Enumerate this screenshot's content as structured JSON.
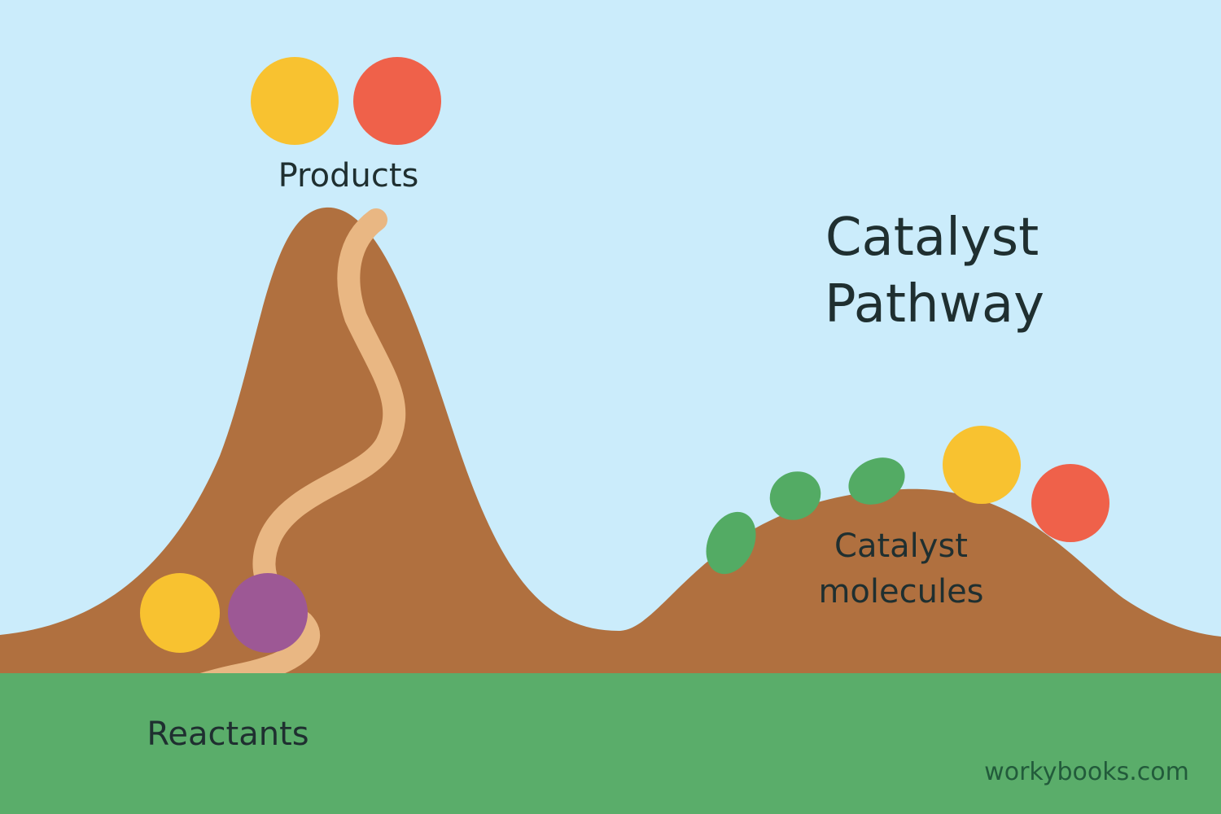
{
  "title": {
    "line1": "Catalyst",
    "line2": "Pathway"
  },
  "labels": {
    "products": "Products",
    "reactants": "Reactants",
    "catalyst_molecules_line1": "Catalyst",
    "catalyst_molecules_line2": "molecules"
  },
  "footer": {
    "site": "workybooks.com"
  },
  "colors": {
    "sky": "#cbecfb",
    "mountain": "#b0703f",
    "path": "#e9b783",
    "ground": "#5aad6a",
    "yellow_molecule": "#f8c230",
    "red_molecule": "#ef614a",
    "purple_molecule": "#9d5895",
    "catalyst_molecule": "#53ab64",
    "text": "#1f2f30",
    "footer_text": "#225b3b"
  }
}
